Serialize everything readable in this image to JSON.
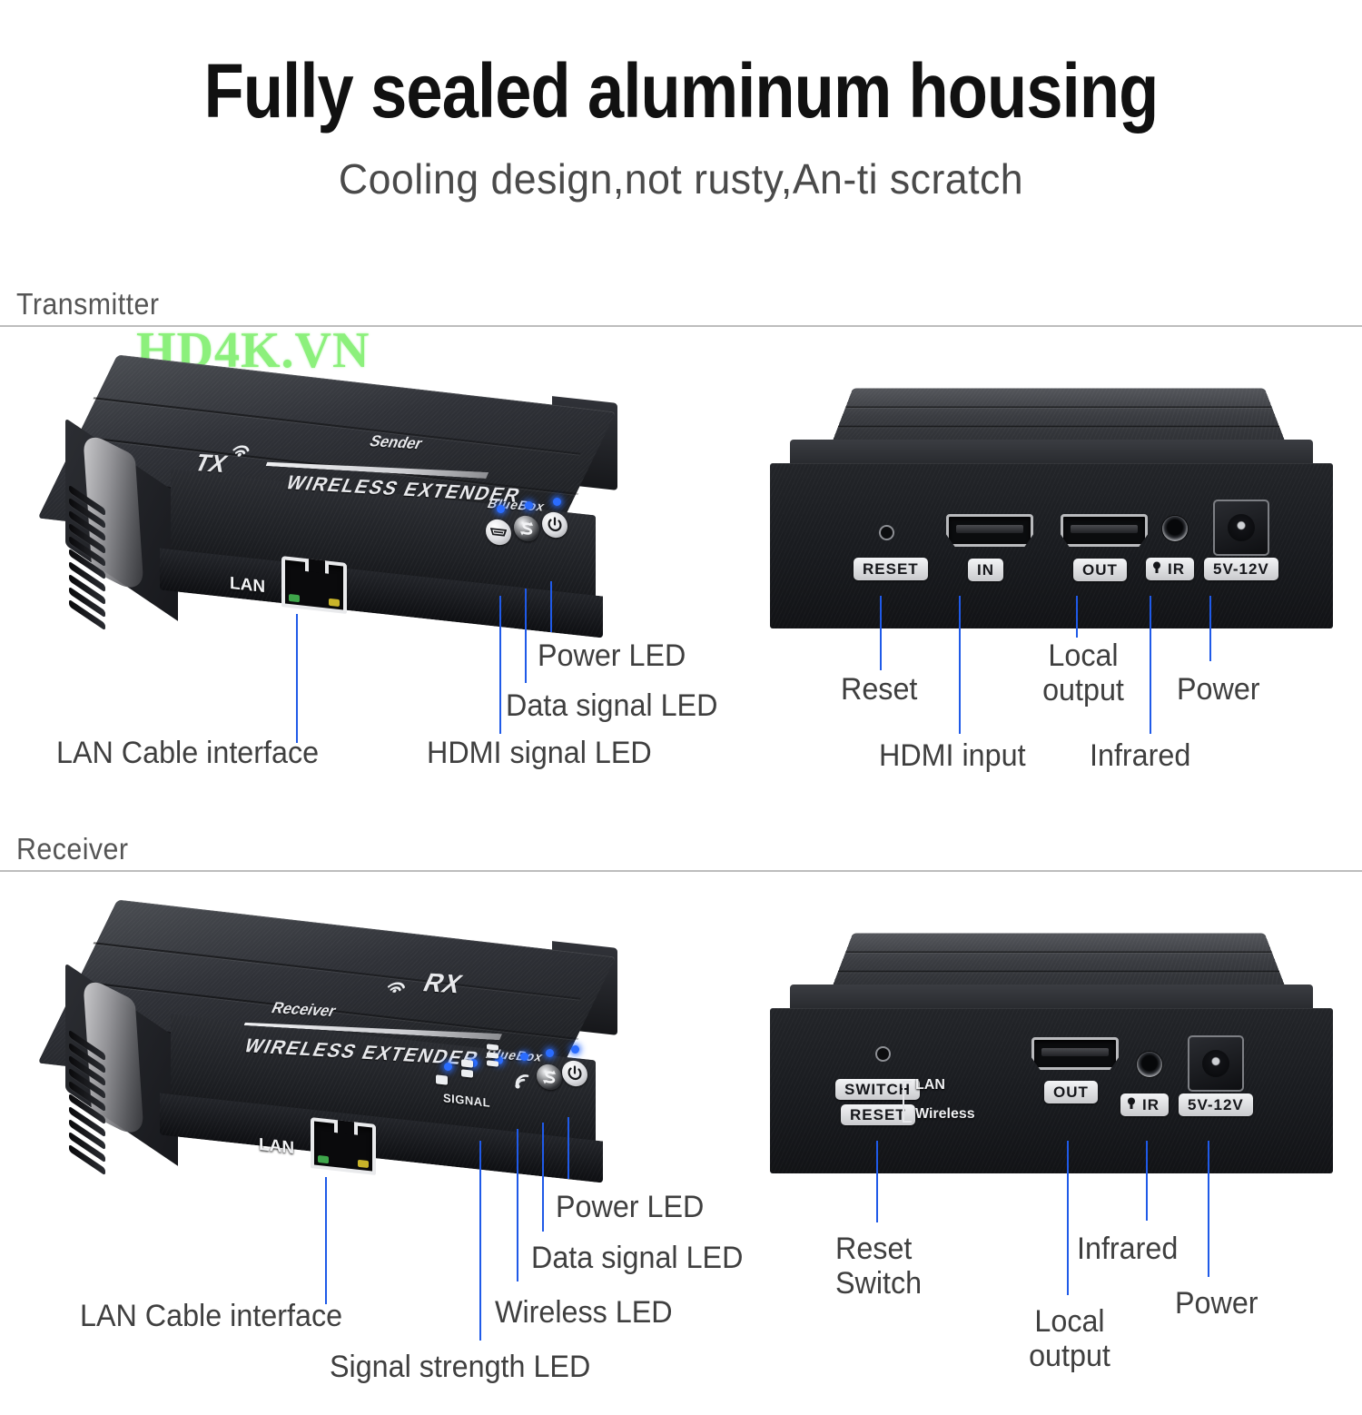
{
  "header": {
    "title": "Fully sealed aluminum housing",
    "subtitle": "Cooling design,not rusty,An-ti scratch"
  },
  "watermark": {
    "text": "HD4K.VN",
    "color": "#8cf07c"
  },
  "theme": {
    "callout_line_color": "#1f5ae8",
    "label_text_color": "#3f3f3f",
    "section_label_color": "#555555",
    "divider_color": "#bdbdbd",
    "housing_color": "#1e2024",
    "led_color": "#2a6cff"
  },
  "sections": [
    {
      "id": "transmitter",
      "label": "Transmitter"
    },
    {
      "id": "receiver",
      "label": "Receiver"
    }
  ],
  "transmitter": {
    "device_top": {
      "model_tag": "TX",
      "role_text": "Sender",
      "product_text": "WIRELESS EXTENDER",
      "brand_text": "BlueBox",
      "port_label": "LAN",
      "wifi_icon": "wifi-icon"
    },
    "leds": [
      {
        "icon": "hdmi-signal-icon",
        "name": "HDMI signal LED"
      },
      {
        "icon": "data-signal-icon",
        "name": "Data signal LED"
      },
      {
        "icon": "power-icon",
        "name": "Power LED"
      }
    ],
    "rear_panel": {
      "reset_label": "RESET",
      "hdmi_in_label": "IN",
      "hdmi_out_label": "OUT",
      "ir_label": "IR",
      "power_label": "5V-12V"
    },
    "callouts_left": [
      {
        "text": "LAN Cable interface",
        "target": "lan-port"
      },
      {
        "text": "HDMI signal LED",
        "target": "hdmi-signal-led"
      },
      {
        "text": "Data signal LED",
        "target": "data-signal-led"
      },
      {
        "text": "Power LED",
        "target": "power-led"
      }
    ],
    "callouts_right": [
      {
        "text": "Reset",
        "target": "reset-button"
      },
      {
        "text": "HDMI input",
        "target": "hdmi-in-port"
      },
      {
        "text": "Local\noutput",
        "line1": "Local",
        "line2": "output",
        "target": "hdmi-out-port"
      },
      {
        "text": "Infrared",
        "target": "ir-jack"
      },
      {
        "text": "Power",
        "target": "dc-power-jack"
      }
    ]
  },
  "receiver": {
    "device_top": {
      "model_tag": "RX",
      "role_text": "Receiver",
      "product_text": "WIRELESS EXTENDER",
      "brand_text": "BlueBox",
      "port_label": "LAN",
      "signal_label": "SIGNAL",
      "wifi_icon": "wifi-icon"
    },
    "leds": [
      {
        "icon": "signal-bar-1-icon",
        "name": "Signal strength LED"
      },
      {
        "icon": "signal-bar-2-icon",
        "name": "Signal strength LED"
      },
      {
        "icon": "signal-bar-3-icon",
        "name": "Signal strength LED"
      },
      {
        "icon": "wireless-icon",
        "name": "Wireless LED"
      },
      {
        "icon": "data-signal-icon",
        "name": "Data signal LED"
      },
      {
        "icon": "power-icon",
        "name": "Power LED"
      }
    ],
    "rear_panel": {
      "switch_label": "SWITCH",
      "reset_label": "RESET",
      "mode_lan": "LAN",
      "mode_wireless": "Wireless",
      "hdmi_out_label": "OUT",
      "ir_label": "IR",
      "power_label": "5V-12V"
    },
    "callouts_left": [
      {
        "text": "LAN Cable interface",
        "target": "lan-port"
      },
      {
        "text": "Signal strength LED",
        "target": "signal-strength-led"
      },
      {
        "text": "Wireless LED",
        "target": "wireless-led"
      },
      {
        "text": "Data signal LED",
        "target": "data-signal-led"
      },
      {
        "text": "Power LED",
        "target": "power-led"
      }
    ],
    "callouts_right": [
      {
        "line1": "Reset",
        "line2": "Switch",
        "target": "reset-switch-button"
      },
      {
        "line1": "Local",
        "line2": "output",
        "target": "hdmi-out-port"
      },
      {
        "text": "Infrared",
        "target": "ir-jack"
      },
      {
        "text": "Power",
        "target": "dc-power-jack"
      }
    ]
  }
}
